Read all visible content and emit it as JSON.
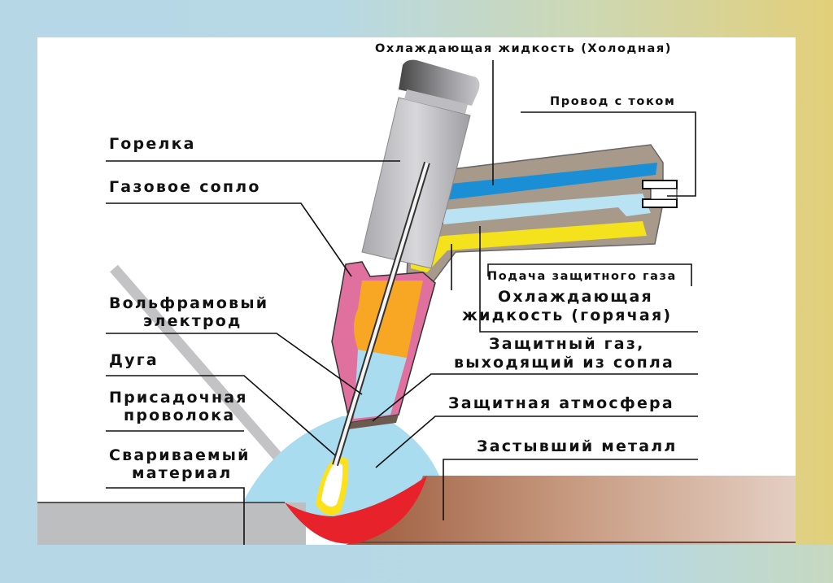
{
  "diagram": {
    "title_hidden": "",
    "labels": {
      "cooling_cold": "Охлаждающая жидкость (Холодная)",
      "current_wire": "Провод с током",
      "torch": "Горелка",
      "gas_nozzle": "Газовое сопло",
      "tungsten_electrode_1": "Вольфрамовый",
      "tungsten_electrode_2": "электрод",
      "arc": "Дуга",
      "filler_wire_1": "Присадочная",
      "filler_wire_2": "проволока",
      "workpiece_1": "Свариваемый",
      "workpiece_2": "материал",
      "shield_gas_supply": "Подача защитного газа",
      "cooling_hot_1": "Охлаждающая",
      "cooling_hot_2": "жидкость (горячая)",
      "shield_gas_out_1": "Защитный газ,",
      "shield_gas_out_2": "выходящий из сопла",
      "shield_atmosphere": "Защитная атмосфера",
      "solidified_metal": "Застывший металл"
    },
    "colors": {
      "nozzle": "#e0709e",
      "gas_chamber": "#f7a724",
      "shield_gas": "#a9dcef",
      "coolant_cold": "#1a8fd6",
      "coolant_hot": "#b9e3f3",
      "gas_channel": "#f3e21c",
      "hose": "#a89a8a",
      "weld_pool": "#e8222a",
      "arc_glow": "#ffe11a",
      "base_metal": "#bdbec0",
      "solid_metal": "#a66a4e",
      "torch_body": "#c9c9cc"
    }
  }
}
